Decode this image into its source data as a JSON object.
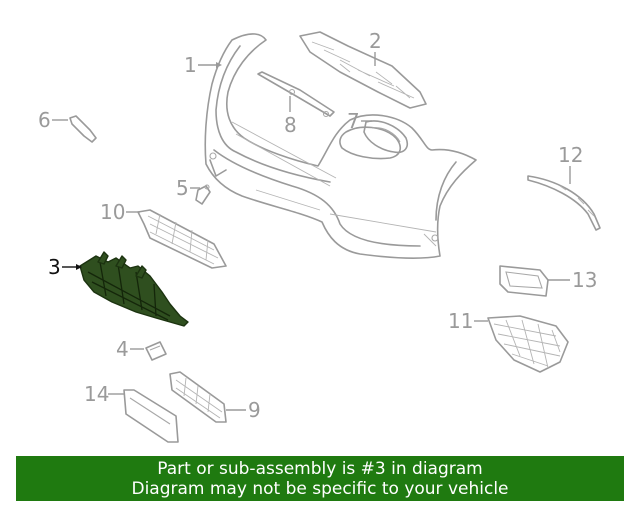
{
  "diagram": {
    "callouts": {
      "c1": "1",
      "c2": "2",
      "c3": "3",
      "c4": "4",
      "c5": "5",
      "c6": "6",
      "c7": "7",
      "c8": "8",
      "c9": "9",
      "c10": "10",
      "c11": "11",
      "c12": "12",
      "c13": "13",
      "c14": "14"
    },
    "highlighted_part": "3",
    "colors": {
      "highlight": "#2f4f1f",
      "line_art": "#9a9a9a",
      "banner": "#1f7a10"
    }
  },
  "banner": {
    "line1": "Part or sub-assembly is #3 in diagram",
    "line2": "Diagram may not be specific to your vehicle"
  }
}
